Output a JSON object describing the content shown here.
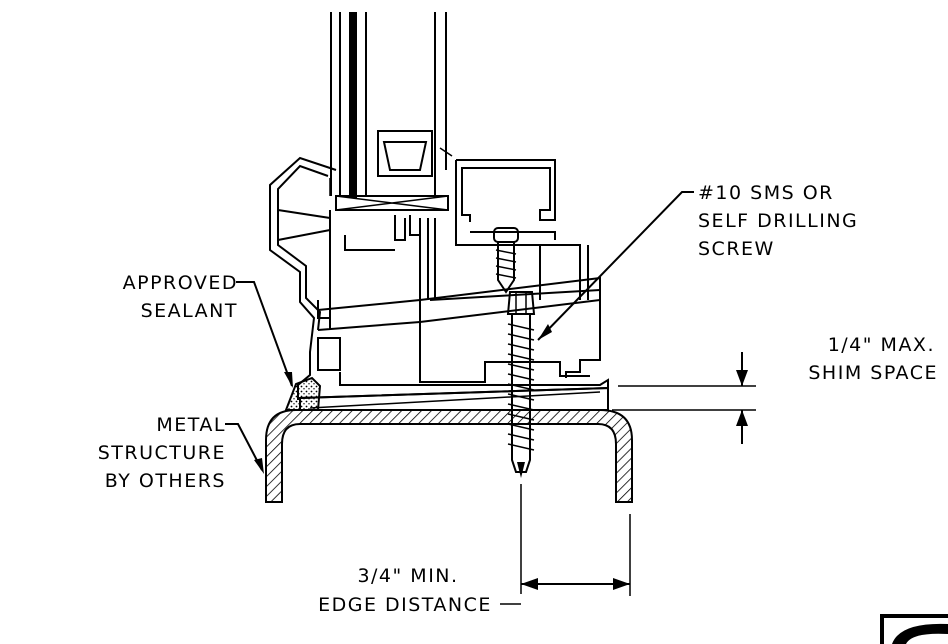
{
  "labels": {
    "screw": [
      "#10 SMS OR",
      "SELF DRILLING",
      "SCREW"
    ],
    "sealant": [
      "APPROVED",
      "SEALANT"
    ],
    "structure": [
      "METAL",
      "STRUCTURE",
      "BY OTHERS"
    ],
    "shim": [
      "1/4\" MAX.",
      "SHIM SPACE"
    ],
    "edge": [
      "3/4\" MIN.",
      "EDGE DISTANCE"
    ]
  }
}
